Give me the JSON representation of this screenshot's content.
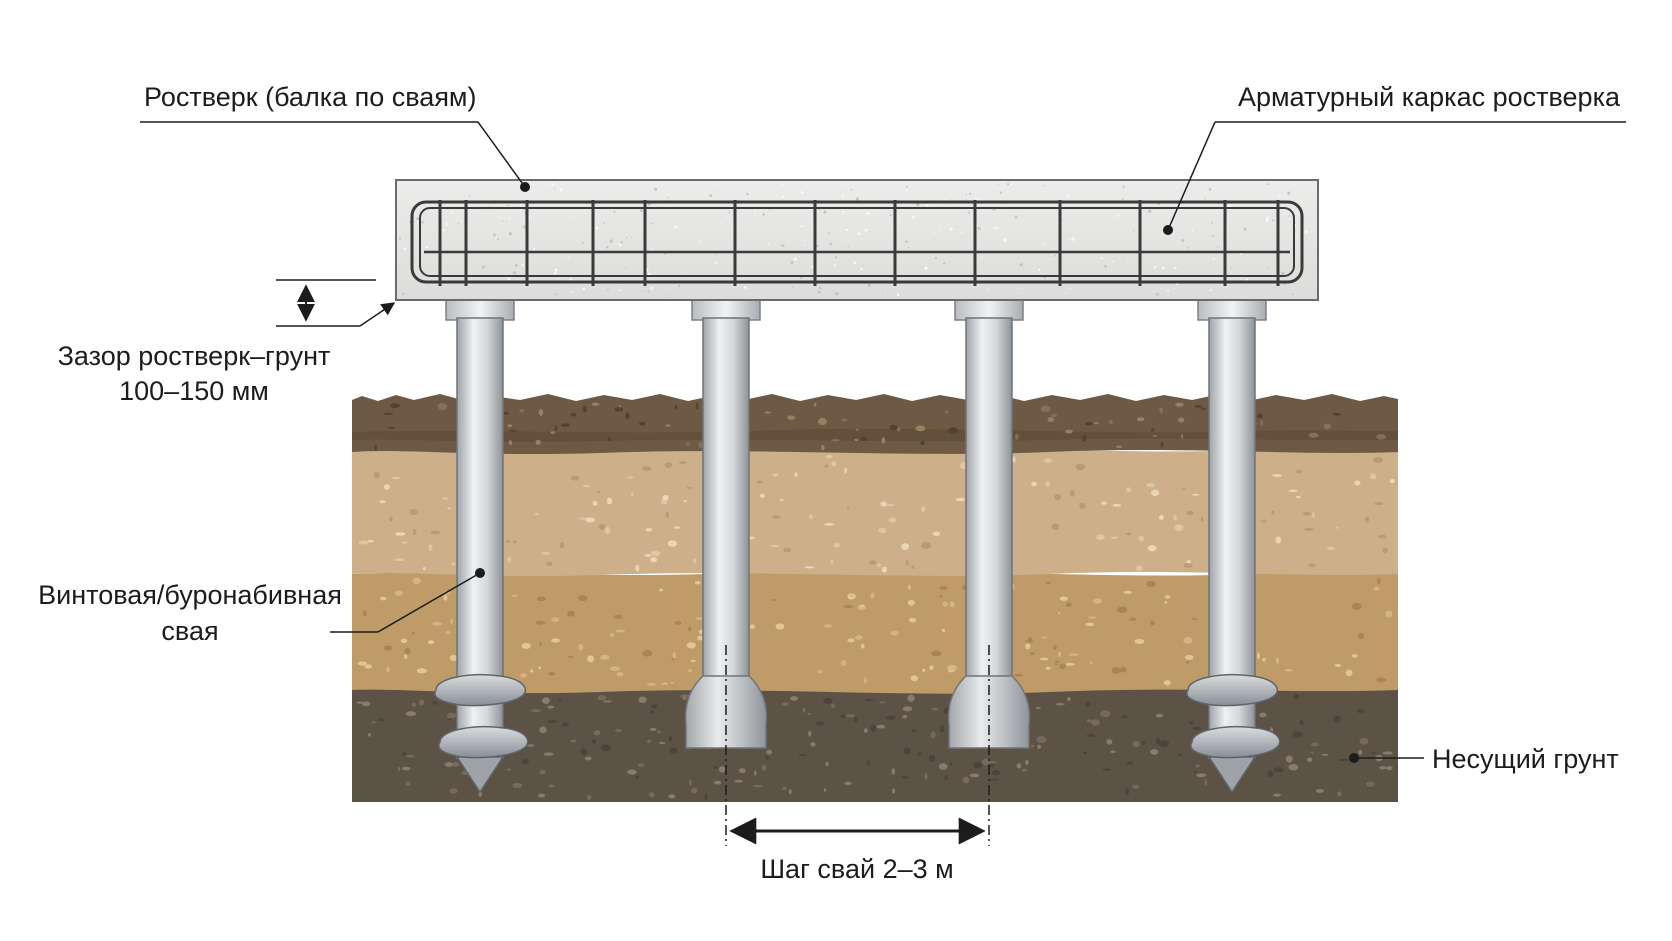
{
  "labels": {
    "grillage": "Ростверк (балка по сваям)",
    "rebar_cage": "Арматурный каркас ростверка",
    "gap_line1": "Зазор ростверк–грунт",
    "gap_line2": "100–150 мм",
    "pile_line1": "Винтовая/буронабивная",
    "pile_line2": "свая",
    "bearing_soil": "Несущий грунт",
    "pile_spacing": "Шаг свай 2–3 м"
  },
  "pile_types": [
    "screw",
    "bored",
    "bored",
    "screw"
  ],
  "colors": {
    "topsoil": "#6e5a44",
    "sand_light": "#cdb08a",
    "sand": "#bf9c67",
    "bearing_soil": "#5c5246",
    "concrete": "#e6e6e4",
    "rebar": "#3a3a3a",
    "pile": "#c8ccd0",
    "leader_line": "#1c1c1c"
  }
}
